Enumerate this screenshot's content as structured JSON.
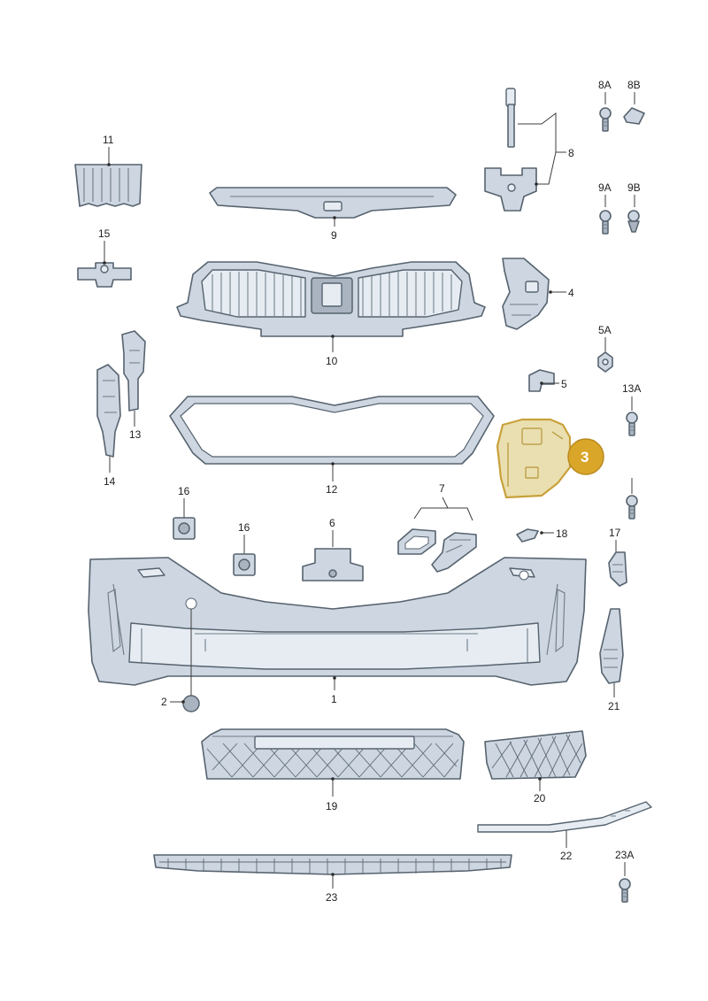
{
  "labels": {
    "p1": "1",
    "p2": "2",
    "p3": "3",
    "p4": "4",
    "p5": "5",
    "p5a": "5A",
    "p6": "6",
    "p7": "7",
    "p8": "8",
    "p8a": "8A",
    "p8b": "8B",
    "p9": "9",
    "p9a": "9A",
    "p9b": "9B",
    "p10": "10",
    "p11": "11",
    "p12": "12",
    "p13": "13",
    "p13a": "13A",
    "p14": "14",
    "p15": "15",
    "p16a": "16",
    "p16b": "16",
    "p17": "17",
    "p18": "18",
    "p19": "19",
    "p20": "20",
    "p21": "21",
    "p22": "22",
    "p23": "23",
    "p23a": "23A"
  },
  "highlight": {
    "badge": "3",
    "color": "#d9a62a"
  }
}
